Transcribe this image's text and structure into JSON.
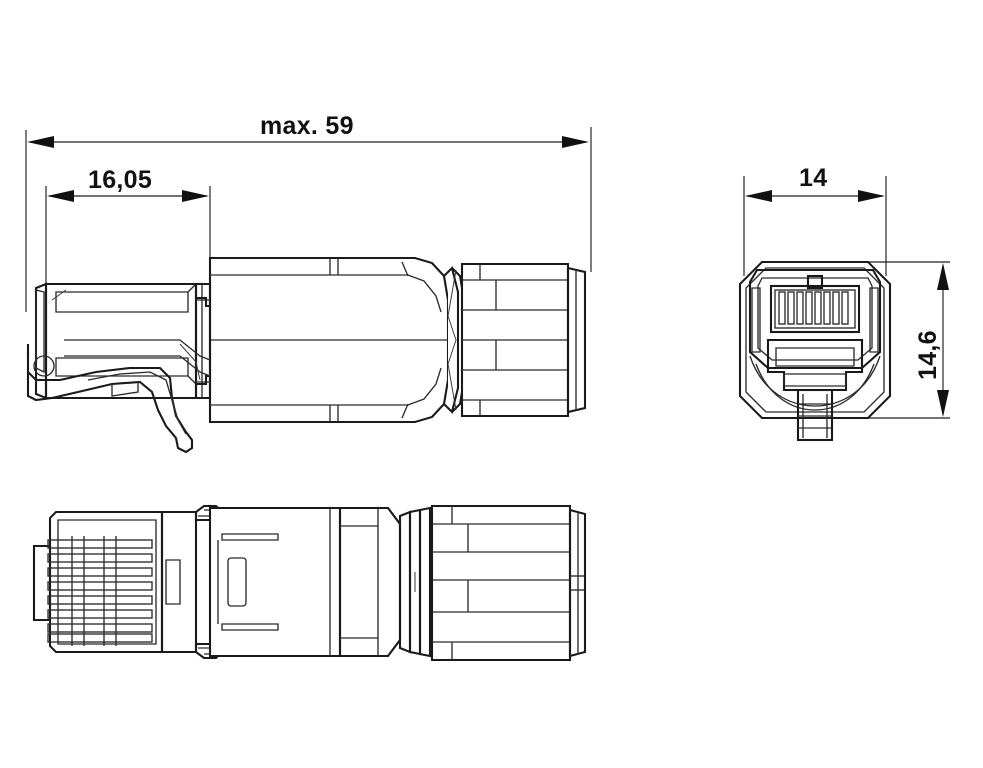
{
  "drawing": {
    "title": "RJ45 connector dimensional drawing",
    "background_color": "#ffffff",
    "line_color": "#1a1a1a",
    "units_note": "mm",
    "views": [
      {
        "name": "side-view",
        "label": "side elevation of RJ45 plug with latch and cable gland"
      },
      {
        "name": "front-view",
        "label": "front elevation showing octagonal housing and 8-contact jack"
      },
      {
        "name": "plan-view",
        "label": "bottom plan view of RJ45 plug"
      }
    ]
  },
  "dimensions": {
    "overall_length": {
      "value": "max. 59",
      "orientation": "horizontal",
      "view": "side-view"
    },
    "nose_length": {
      "value": "16,05",
      "orientation": "horizontal",
      "view": "side-view"
    },
    "width": {
      "value": "14",
      "orientation": "horizontal",
      "view": "front-view"
    },
    "height": {
      "value": "14,6",
      "orientation": "vertical",
      "view": "front-view"
    }
  },
  "front_view": {
    "contact_count": 8,
    "housing_shape": "octagonal"
  },
  "plan_view": {
    "contact_slot_count": 8
  }
}
